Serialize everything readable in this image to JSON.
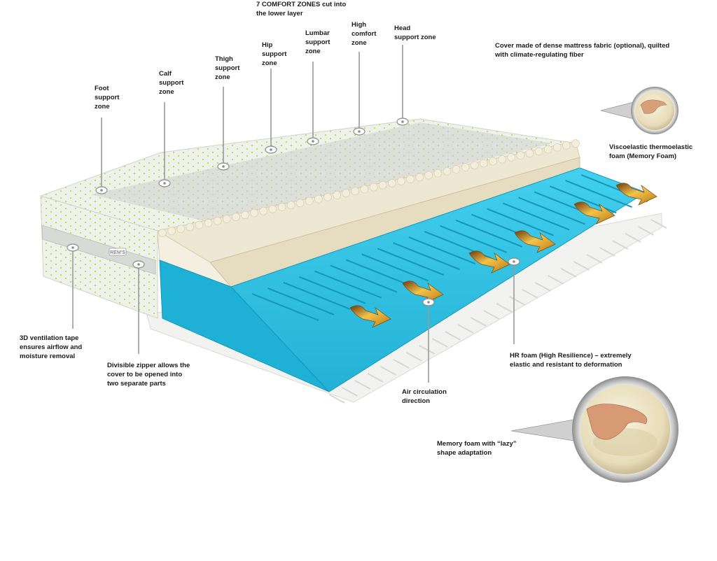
{
  "labels": {
    "title": "7 COMFORT ZONES cut into\nthe lower layer",
    "foot": "Foot\nsupport\nzone",
    "calf": "Calf\nsupport\nzone",
    "thigh": "Thigh\nsupport\nzone",
    "hip": "Hip\nsupport\nzone",
    "lumbar": "Lumbar\nsupport\nzone",
    "high_comfort": "High\ncomfort\nzone",
    "head": "Head\nsupport zone",
    "cover": "Cover made of dense mattress fabric (optional), quilted\nwith climate-regulating fiber",
    "viscoelastic": "Viscoelastic thermoelastic\nfoam (Memory Foam)",
    "ventilation": "3D ventilation tape\nensures airflow and\nmoisture removal",
    "zipper": "Divisible zipper allows the\ncover to be opened into\ntwo separate parts",
    "air": "Air circulation\ndirection",
    "hr_foam": "HR foam (High Resilience) – extremely\nelastic and resistant to deformation",
    "memory_lazy": "Memory foam with “lazy”\nshape adaptation"
  },
  "brand_tag": "REM'S",
  "colors": {
    "hr_foam": "#2bbfe0",
    "memory_foam": "#efe9d6",
    "cover_fabric": "#eef2ea",
    "cover_dots": "#c4d64a",
    "airflow_arrow": "#c98e1a",
    "leader_line": "#9a9a9a",
    "label_text": "#1a1a1a"
  },
  "icons": [
    "airflow-arrow-icon",
    "hand-print-icon",
    "pin-marker-icon"
  ]
}
